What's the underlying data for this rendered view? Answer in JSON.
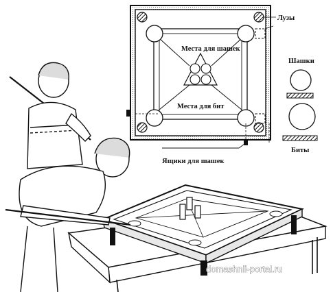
{
  "labels": {
    "pockets": "Лузы",
    "checker_spots": "Места для шашек",
    "striker_spots": "Места для бит",
    "checkers": "Шашки",
    "strikers": "Биты",
    "drawers": "Ящики для шашек"
  },
  "watermark": "domashnii-portal.ru"
}
